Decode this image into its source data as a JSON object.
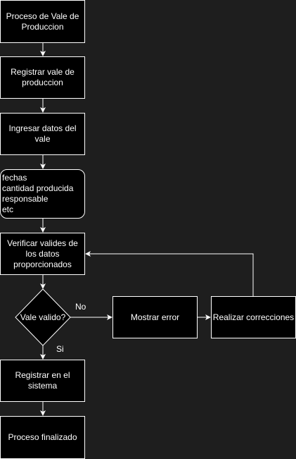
{
  "colors": {
    "background": "#1e1e1e",
    "node_fill": "#000000",
    "stroke": "#ffffff",
    "text": "#ffffff"
  },
  "nodes": {
    "start": "Proceso de Vale de Produccion",
    "register_voucher": "Registrar vale de produccion",
    "enter_data": "Ingresar datos del vale",
    "data_fields": "fechas\ncantidad producida\nresponsable\netc",
    "verify": "Verificar valides de los datos proporcionados",
    "decision": "Vale valido?",
    "show_error": "Mostrar error",
    "corrections": "Realizar correcciones",
    "register_system": "Registrar en el sistema",
    "end": "Proceso finalizado"
  },
  "edges": {
    "no_label": "No",
    "yes_label": "Si"
  }
}
